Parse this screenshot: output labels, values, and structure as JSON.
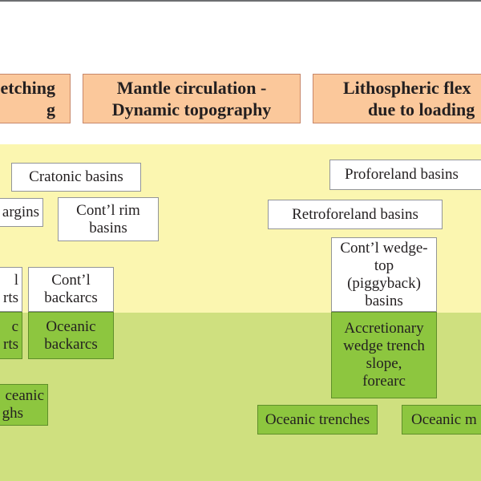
{
  "headers": {
    "stretching": [
      "etching",
      "g"
    ],
    "mantle": [
      "Mantle circulation -",
      "Dynamic topography"
    ],
    "flexure": [
      "Lithospheric flex",
      "due to loading"
    ]
  },
  "boxes": {
    "cratonic": [
      "Cratonic basins"
    ],
    "margins": [
      "argins"
    ],
    "rim": [
      "Cont’l rim",
      "basins"
    ],
    "cont_rifts_partial": [
      "l",
      "rts"
    ],
    "cont_backarcs": [
      "Cont’l",
      "backarcs"
    ],
    "oceanic_rifts_partial": [
      "c",
      "rts"
    ],
    "oceanic_backarcs": [
      "Oceanic",
      "backarcs"
    ],
    "oceanic_troughs": [
      "ceanic",
      "ghs"
    ],
    "proforeland": [
      "Proforeland basins"
    ],
    "retroforeland": [
      "Retroforeland basins"
    ],
    "wedge_top": [
      "Cont’l wedge-",
      "top",
      "(piggyback)",
      "basins"
    ],
    "accretionary": [
      "Accretionary",
      "wedge trench",
      "slope,",
      "forearc"
    ],
    "oceanic_trenches": [
      "Oceanic trenches"
    ],
    "oceanic_m": [
      "Oceanic m"
    ]
  },
  "colors": {
    "header_fill": "#fbc89b",
    "continental_band": "#fbf6b0",
    "oceanic_band": "#cfe07f",
    "oceanic_box": "#8dc63f"
  }
}
